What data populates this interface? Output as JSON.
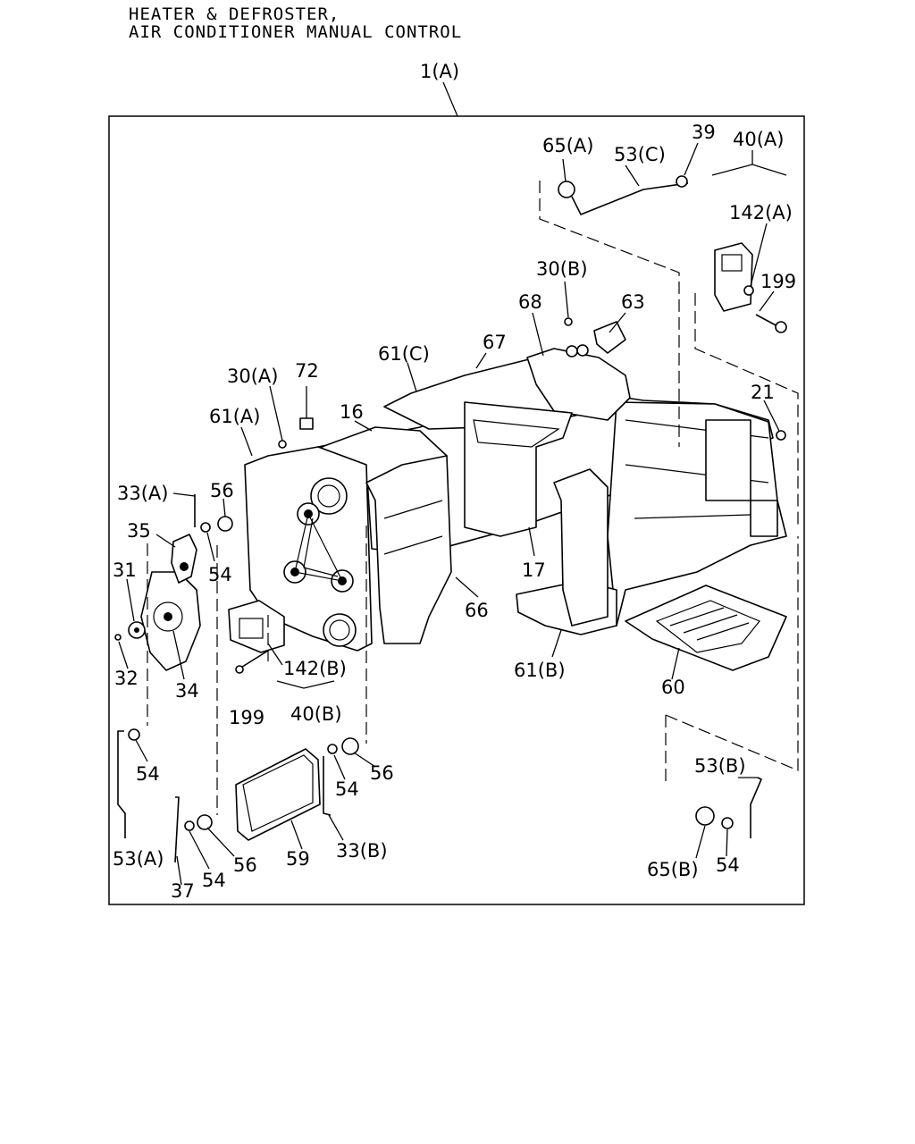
{
  "title": {
    "line1": "HEATER & DEFROSTER,",
    "line2": "AIR CONDITIONER MANUAL CONTROL"
  },
  "diagram": {
    "assembly_label": "1(A)",
    "callouts": {
      "c65a": "65(A)",
      "c53c": "53(C)",
      "c39": "39",
      "c40a": "40(A)",
      "c142a": "142(A)",
      "c199a": "199",
      "c30b": "30(B)",
      "c68": "68",
      "c63": "63",
      "c67": "67",
      "c61c": "61(C)",
      "c30a": "30(A)",
      "c72": "72",
      "c16": "16",
      "c61a": "61(A)",
      "c21": "21",
      "c33a": "33(A)",
      "c56a": "56",
      "c35": "35",
      "c54a": "54",
      "c31": "31",
      "c32": "32",
      "c34": "34",
      "c142b": "142(B)",
      "c199b": "199",
      "c40b": "40(B)",
      "c66": "66",
      "c17": "17",
      "c61b": "61(B)",
      "c60": "60",
      "c54b": "54",
      "c56b": "56",
      "c54c": "54",
      "c53a": "53(A)",
      "c37": "37",
      "c54d": "54",
      "c56c": "56",
      "c59": "59",
      "c33b": "33(B)",
      "c53b": "53(B)",
      "c65b": "65(B)",
      "c54e": "54"
    }
  }
}
